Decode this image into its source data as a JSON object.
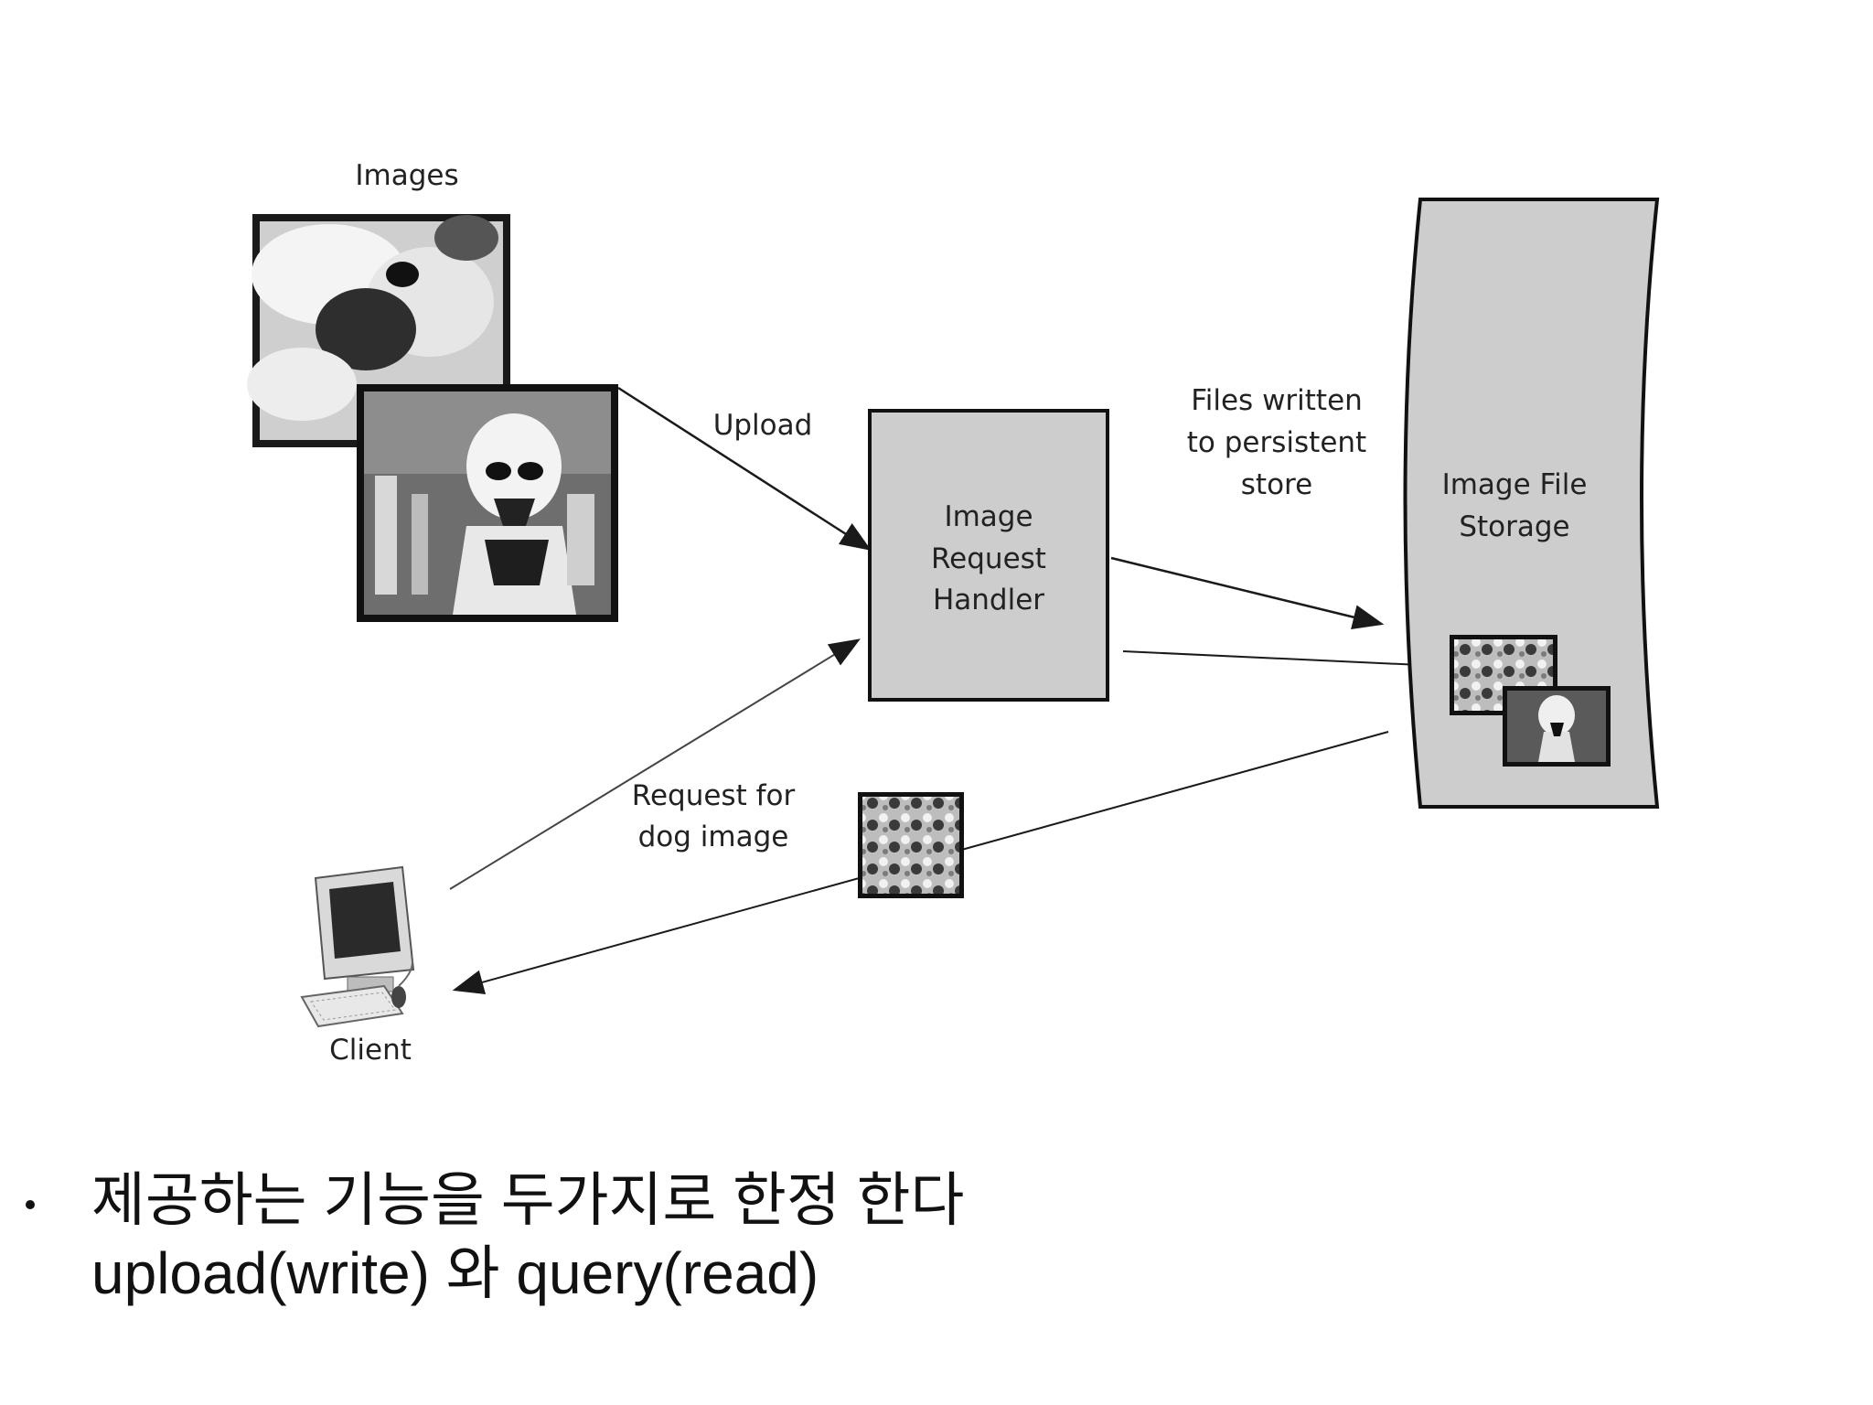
{
  "diagram": {
    "images_label": "Images",
    "upload_label": "Upload",
    "handler_label": [
      "Image",
      "Request",
      "Handler"
    ],
    "files_written_label": [
      "Files written",
      "to persistent",
      "store"
    ],
    "storage_label": [
      "Image File",
      "Storage"
    ],
    "request_label": [
      "Request for",
      "dog image"
    ],
    "client_label": "Client"
  },
  "bullet": {
    "line1": "제공하는 기능을 두가지로 한정 한다",
    "line2": "upload(write) 와 query(read)"
  }
}
